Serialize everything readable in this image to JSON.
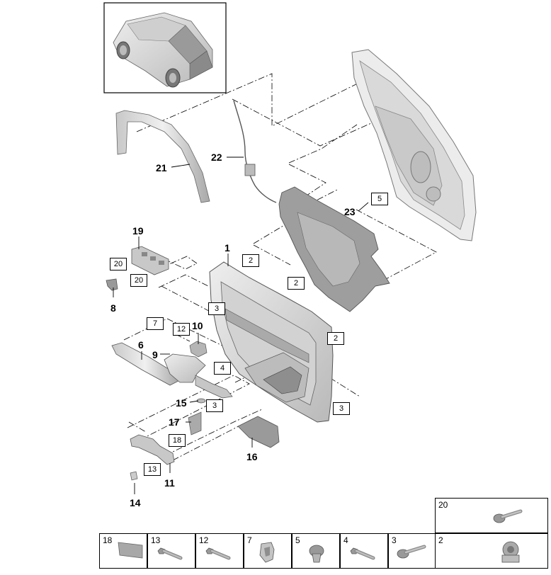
{
  "callouts": {
    "p1": "1",
    "p6": "6",
    "p8": "8",
    "p9": "9",
    "p10": "10",
    "p11": "11",
    "p14": "14",
    "p15": "15",
    "p16": "16",
    "p17": "17",
    "p19": "19",
    "p21": "21",
    "p22": "22",
    "p23": "23"
  },
  "ref_boxes": {
    "r2a": "2",
    "r2b": "2",
    "r2c": "2",
    "r3a": "3",
    "r3b": "3",
    "r3c": "3",
    "r4": "4",
    "r5": "5",
    "r7": "7",
    "r12": "12",
    "r13": "13",
    "r18": "18",
    "r20a": "20",
    "r20b": "20"
  },
  "fastener_table": [
    {
      "label": "18",
      "icon": "clip-strip-icon"
    },
    {
      "label": "13",
      "icon": "screw-icon"
    },
    {
      "label": "12",
      "icon": "screw-icon"
    },
    {
      "label": "7",
      "icon": "spring-clip-icon"
    },
    {
      "label": "5",
      "icon": "expanding-nut-icon"
    },
    {
      "label": "4",
      "icon": "screw-icon"
    },
    {
      "label": "3",
      "icon": "flange-screw-icon"
    },
    {
      "label": "2",
      "icon": "rivet-nut-icon"
    },
    {
      "label": "20",
      "icon": "flange-screw-icon"
    }
  ],
  "colors": {
    "part_fill": "#d8d8d8",
    "part_edge": "#555555",
    "leader": "#000000"
  }
}
